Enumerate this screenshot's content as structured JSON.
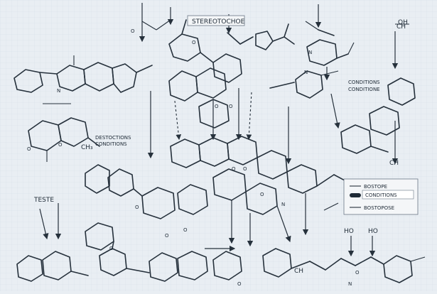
{
  "labels": {
    "top_title": "STEREOTOCHOE",
    "right_label_line1": "CONDITIONS",
    "right_label_line2": "CONDITIONE",
    "left_label_line1": "DESTOCTIONS",
    "left_label_line2": "CONDITIONS",
    "scheme_label": "TESTE",
    "ch_top": "CH",
    "ch_right": "CH",
    "ch_bottom": "CH",
    "ch3": "CH₃",
    "ho_left": "HO",
    "ho_right": "HO",
    "oh": "OH"
  },
  "legend": [
    {
      "text": "BOSTOPE"
    },
    {
      "text": "CONDITIONS"
    },
    {
      "text": "BOSTOPOSE"
    }
  ],
  "atoms": [
    "O",
    "O",
    "N",
    "N",
    "O",
    "O",
    "O",
    "O",
    "O",
    "O",
    "N",
    "O",
    "O",
    "O",
    "O",
    "O",
    "N",
    "O",
    "O",
    "N"
  ]
}
